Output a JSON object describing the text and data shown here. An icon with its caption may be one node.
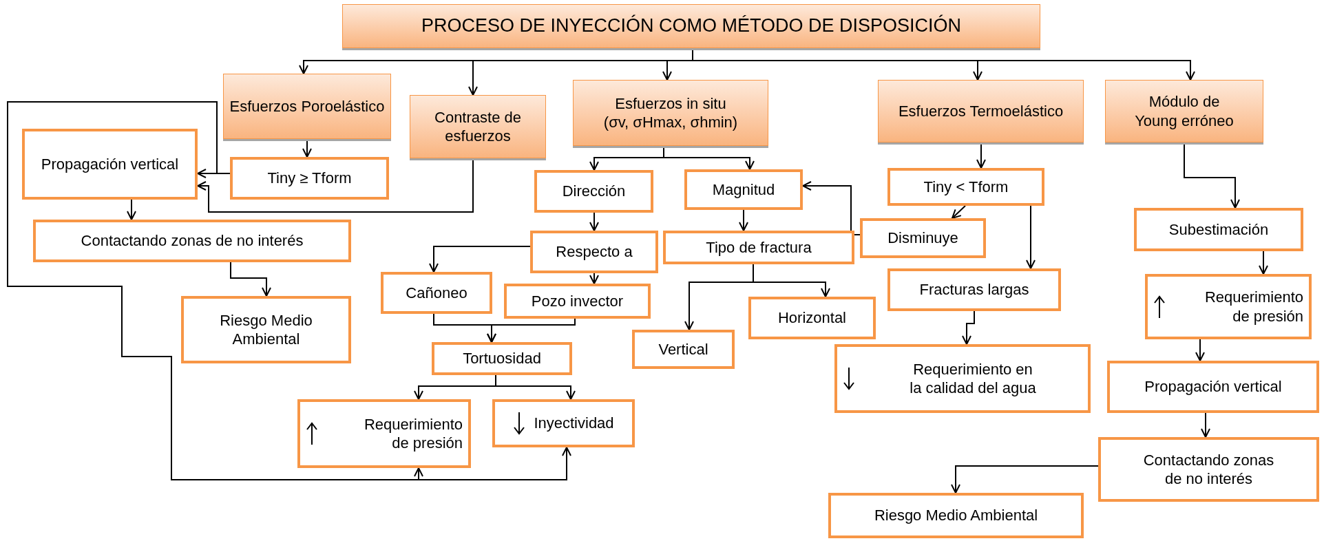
{
  "diagram": {
    "nodes": [
      {
        "text": [
          "PROCESO DE INYECCIÓN COMO MÉTODO DE DISPOSICIÓN"
        ]
      },
      {
        "text": [
          "Esfuerzos Poroelástico"
        ]
      },
      {
        "text": [
          "Contraste de esfuerzos"
        ]
      },
      {
        "text": [
          "Esfuerzos in situ (σv, σHmax, σhmin)"
        ]
      },
      {
        "text": [
          "Esfuerzos Termoelástico"
        ]
      },
      {
        "text": [
          "Módulo de Young erróneo"
        ]
      },
      {
        "text": [
          "Propagación vertical"
        ]
      },
      {
        "text": [
          "Tiny ≥ Tform"
        ]
      },
      {
        "text": [
          "Contactando zonas de no interés"
        ]
      },
      {
        "text": [
          "Riesgo Medio Ambiental"
        ]
      },
      {
        "text": [
          "Dirección"
        ]
      },
      {
        "text": [
          "Magnitud"
        ]
      },
      {
        "text": [
          "Respecto a"
        ]
      },
      {
        "text": [
          "Tipo de fractura"
        ]
      },
      {
        "text": [
          "Cañoneo"
        ]
      },
      {
        "text": [
          "Pozo invector"
        ]
      },
      {
        "text": [
          "Tortuosidad"
        ]
      },
      {
        "text": [
          "Requerimiento de presión"
        ]
      },
      {
        "text": [
          "Inyectividad"
        ]
      },
      {
        "text": [
          "Vertical"
        ]
      },
      {
        "text": [
          "Horizontal"
        ]
      },
      {
        "text": [
          "Tiny < Tform"
        ]
      },
      {
        "text": [
          "Disminuye"
        ]
      },
      {
        "text": [
          "Fracturas largas"
        ]
      },
      {
        "text": [
          "Requerimiento en la calidad del agua"
        ]
      },
      {
        "text": [
          "Subestimación"
        ]
      },
      {
        "text": [
          "Requerimiento de presión"
        ]
      },
      {
        "text": [
          "Propagación vertical"
        ]
      },
      {
        "text": [
          "Contactando zonas de no interés"
        ]
      },
      {
        "text": [
          "Riesgo Medio Ambiental"
        ]
      }
    ],
    "edges": [
      {
        "from": 0,
        "to": 1,
        "arrow": "to"
      },
      {
        "from": 0,
        "to": 2,
        "arrow": "to"
      },
      {
        "from": 0,
        "to": 3,
        "arrow": "to"
      },
      {
        "from": 0,
        "to": 4,
        "arrow": "to"
      },
      {
        "from": 0,
        "to": 5,
        "arrow": "to"
      },
      {
        "from": 1,
        "to": 7,
        "arrow": "to"
      },
      {
        "from": 7,
        "to": 6,
        "arrow": "to"
      },
      {
        "from": 2,
        "to": 6,
        "arrow": "to"
      },
      {
        "from": 7,
        "to": 17,
        "arrow": "to"
      },
      {
        "from": 7,
        "to": 18,
        "arrow": "to"
      },
      {
        "from": 6,
        "to": 8,
        "arrow": "to"
      },
      {
        "from": 8,
        "to": 9,
        "arrow": "to"
      },
      {
        "from": 3,
        "to": 10,
        "arrow": "to"
      },
      {
        "from": 3,
        "to": 11,
        "arrow": "to"
      },
      {
        "from": 10,
        "to": 12,
        "arrow": "to"
      },
      {
        "from": 12,
        "to": 14,
        "arrow": "to"
      },
      {
        "from": 12,
        "to": 15,
        "arrow": "to"
      },
      {
        "from": 14,
        "to": 16,
        "arrow": "to"
      },
      {
        "from": 15,
        "to": 16,
        "arrow": "to"
      },
      {
        "from": 16,
        "to": 17,
        "arrow": "to"
      },
      {
        "from": 16,
        "to": 18,
        "arrow": "to"
      },
      {
        "from": 11,
        "to": 13,
        "arrow": "to"
      },
      {
        "from": 13,
        "to": 19,
        "arrow": "to"
      },
      {
        "from": 13,
        "to": 20,
        "arrow": "to"
      },
      {
        "from": 4,
        "to": 21,
        "arrow": "to"
      },
      {
        "from": 21,
        "to": 22,
        "arrow": "to"
      },
      {
        "from": 21,
        "to": 23,
        "arrow": "to"
      },
      {
        "from": 22,
        "to": 11,
        "arrow": "to"
      },
      {
        "from": 23,
        "to": 24,
        "arrow": "to"
      },
      {
        "from": 5,
        "to": 25,
        "arrow": "to"
      },
      {
        "from": 25,
        "to": 26,
        "arrow": "to"
      },
      {
        "from": 26,
        "to": 27,
        "arrow": "to"
      },
      {
        "from": 27,
        "to": 28,
        "arrow": "to"
      },
      {
        "from": 28,
        "to": 29,
        "arrow": "to"
      }
    ]
  }
}
